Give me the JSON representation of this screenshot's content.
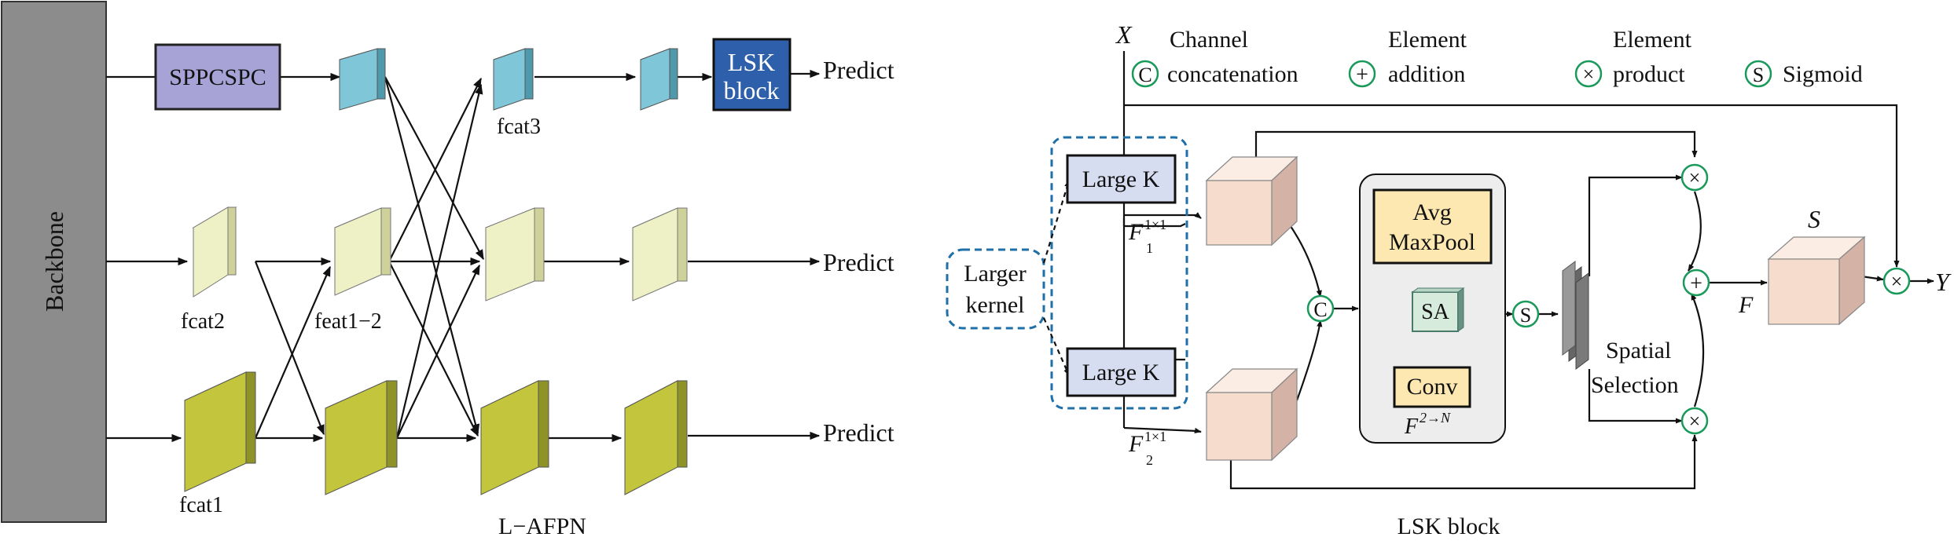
{
  "left": {
    "backbone": "Backbone",
    "sppcspc": "SPPCSPC",
    "lsk_block_line1": "LSK",
    "lsk_block_line2": "block",
    "predict_top": "Predict",
    "predict_mid": "Predict",
    "predict_bottom": "Predict",
    "fcat3": "fcat3",
    "fcat2": "fcat2",
    "feat1_2": "feat1−2",
    "fcat1": "fcat1",
    "caption": "L−AFPN"
  },
  "right": {
    "x_label": "X",
    "y_label": "Y",
    "legend": {
      "c_symbol": "C",
      "c_line1": "Channel",
      "c_line2": "concatenation",
      "add_symbol": "+",
      "add_line1": "Element",
      "add_line2": "addition",
      "prod_symbol": "×",
      "prod_line1": "Element",
      "prod_line2": "product",
      "s_symbol": "S",
      "s_label": "Sigmoid"
    },
    "large_k_top": "Large K",
    "large_k_bottom": "Large K",
    "larger_kernel_line1": "Larger",
    "larger_kernel_line2": "kernel",
    "f1_main": "F",
    "f1_sup": "1×1",
    "f1_sub": "1",
    "f2_main": "F",
    "f2_sup": "1×1",
    "f2_sub": "2",
    "c_node": "C",
    "avg_line1": "Avg",
    "avg_line2": "MaxPool",
    "sa": "SA",
    "conv": "Conv",
    "f_2n_main": "F",
    "f_2n_sup": "2→N",
    "s_node": "S",
    "spatial_line1": "Spatial",
    "spatial_line2": "Selection",
    "mul_top": "×",
    "mul_bottom": "×",
    "add_node": "+",
    "mul_final": "×",
    "f_label": "F",
    "s_label": "S",
    "caption": "LSK block"
  },
  "colors": {
    "backbone": "#8c8c8c",
    "sppcspc": "#a8a3d6",
    "lsk_block": "#2e5fab",
    "teal": "#7fc7d8",
    "pale_yellow": "#eef0c6",
    "olive": "#c3c63c",
    "large_k": "#d6ddf0",
    "peach": "#f6dccd",
    "avg_box": "#fce8b0",
    "sa_box": "#d6ebdc",
    "circle_green": "#1a9a5a",
    "dash_blue": "#1f6fa8",
    "gray_panel": "#ededed"
  }
}
